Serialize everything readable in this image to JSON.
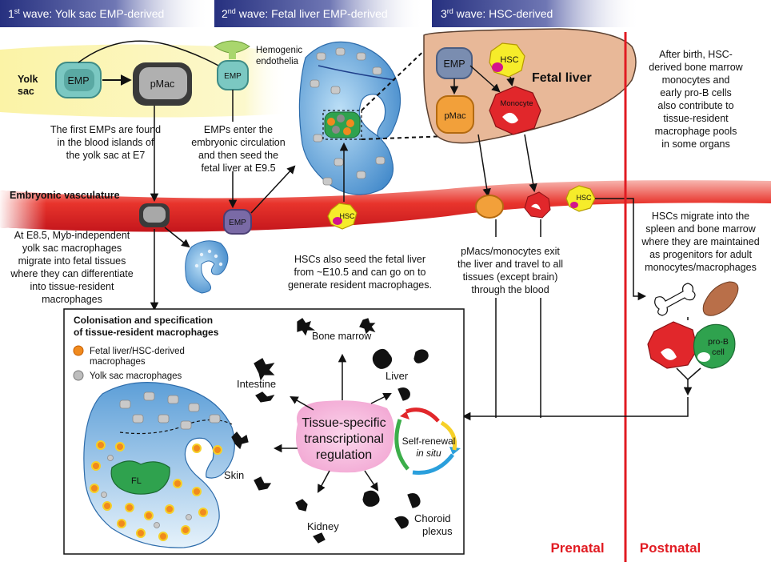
{
  "waves": {
    "w1": {
      "num": "1",
      "sup": "st",
      "text": " wave: Yolk sac EMP-derived"
    },
    "w2": {
      "num": "2",
      "sup": "nd",
      "text": " wave: Fetal liver EMP-derived"
    },
    "w3": {
      "num": "3",
      "sup": "rd",
      "text": " wave: HSC-derived"
    }
  },
  "labels": {
    "yolk_sac": [
      "Yolk",
      "sac"
    ],
    "hemogenic": [
      "Hemogenic",
      "endothelia"
    ],
    "fetal_liver": "Fetal liver",
    "embryonic_vasculature": "Embryonic vasculature",
    "emp": "EMP",
    "pmac": "pMac",
    "hsc": "HSC",
    "monocyte": "Monocyte",
    "fl": "FL",
    "pro_b": [
      "pro-B",
      "cell"
    ],
    "prenatal": "Prenatal",
    "postnatal": "Postnatal"
  },
  "notes": {
    "first_emps": [
      "The first EMPs are found",
      "in the blood islands of",
      "the yolk sac at E7"
    ],
    "emps_enter": [
      "EMPs enter the",
      "embryonic circulation",
      "and then seed the",
      "fetal liver at E9.5"
    ],
    "e85": [
      "At E8.5, Myb-independent",
      "yolk sac macrophages",
      "migrate into fetal tissues",
      "where they can differentiate",
      "into tissue-resident",
      "macrophages"
    ],
    "hscs_seed": [
      "HSCs also seed the fetal liver",
      "from ~E10.5 and can go on to",
      "generate resident macrophages."
    ],
    "pmacs_exit": [
      "pMacs/monocytes exit",
      "the liver and travel to all",
      "tissues (except brain)",
      "through the blood"
    ],
    "after_birth": [
      "After birth, HSC-",
      "derived bone marrow",
      "monocytes and",
      "early pro-B cells",
      "also contribute to",
      "tissue-resident",
      "macrophage pools",
      "in some organs"
    ],
    "hscs_migrate": [
      "HSCs migrate into the",
      "spleen and bone marrow",
      "where they are maintained",
      "as progenitors for adult",
      "monocytes/macrophages"
    ]
  },
  "colonisation": {
    "title": [
      "Colonisation and specification",
      "of tissue-resident macrophages"
    ],
    "legend": [
      {
        "label": [
          "Fetal liver/HSC-derived",
          "macrophages"
        ],
        "color": "#f08a1e"
      },
      {
        "label": [
          "Yolk sac macrophages"
        ],
        "color": "#bdbdbd"
      }
    ],
    "center": [
      "Tissue-specific",
      "transcriptional",
      "regulation"
    ],
    "self_renewal": [
      "Self-renewal",
      "in situ"
    ],
    "tissues": {
      "bone_marrow": "Bone marrow",
      "intestine": "Intestine",
      "liver": "Liver",
      "skin": "Skin",
      "kidney": "Kidney",
      "choroid": [
        "Choroid",
        "plexus"
      ]
    }
  },
  "colors": {
    "header_bg": "#2f3a8f",
    "yolk": "#fbf5b4",
    "vessel": "#e8342c",
    "liver": "#e8b898",
    "embryo": "#4a93d3",
    "emp": "#7bc8c2",
    "pmac": "#9a9a9a",
    "hsc": "#f6ec2a",
    "monocyte": "#e1272b",
    "red_text": "#e11b22"
  }
}
